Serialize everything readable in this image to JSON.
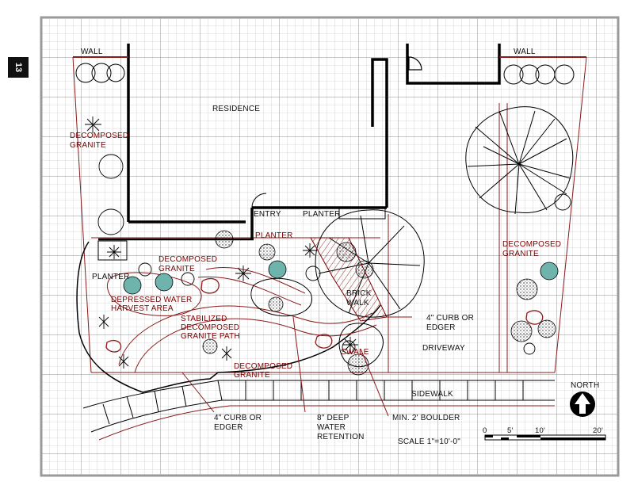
{
  "page_number": "13",
  "colors": {
    "grid": "#b9b9b9",
    "grid_major": "#8c8c8c",
    "red_lines": "#8b1a1a",
    "wall": "#000000",
    "teal_plant": "#6fb3ad",
    "frame": "#9a9a9a"
  },
  "labels": {
    "wall_left": "WALL",
    "wall_right": "WALL",
    "residence": "RESIDENCE",
    "dg_left_1": "DECOMPOSED",
    "dg_left_2": "GRANITE",
    "entry": "ENTRY",
    "planter_top": "PLANTER",
    "planter_mid": "PLANTER",
    "planter_left": "PLANTER",
    "dg_center_1": "DECOMPOSED",
    "dg_center_2": "GRANITE",
    "water_1": "DEPRESSED WATER",
    "water_2": "HARVEST AREA",
    "path_1": "STABILIZED",
    "path_2": "DECOMPOSED",
    "path_3": "GRANITE PATH",
    "dg_lower_1": "DECOMPOSED",
    "dg_lower_2": "GRANITE",
    "brick_1": "BRICK",
    "brick_2": "WALK",
    "curb_right_1": "4\" CURB OR",
    "curb_right_2": "EDGER",
    "swale": "SWALE",
    "driveway": "DRIVEWAY",
    "dg_right_1": "DECOMPOSED",
    "dg_right_2": "GRANITE",
    "sidewalk": "SIDEWALK",
    "curb_bottom_1": "4\" CURB OR",
    "curb_bottom_2": "EDGER",
    "retention_1": "8\" DEEP",
    "retention_2": "WATER",
    "retention_3": "RETENTION",
    "boulder": "MIN. 2' BOULDER",
    "north": "NORTH",
    "scale_text": "SCALE  1\"=10'-0\"",
    "scale_0": "0",
    "scale_5": "5'",
    "scale_10": "10'",
    "scale_20": "20'"
  }
}
